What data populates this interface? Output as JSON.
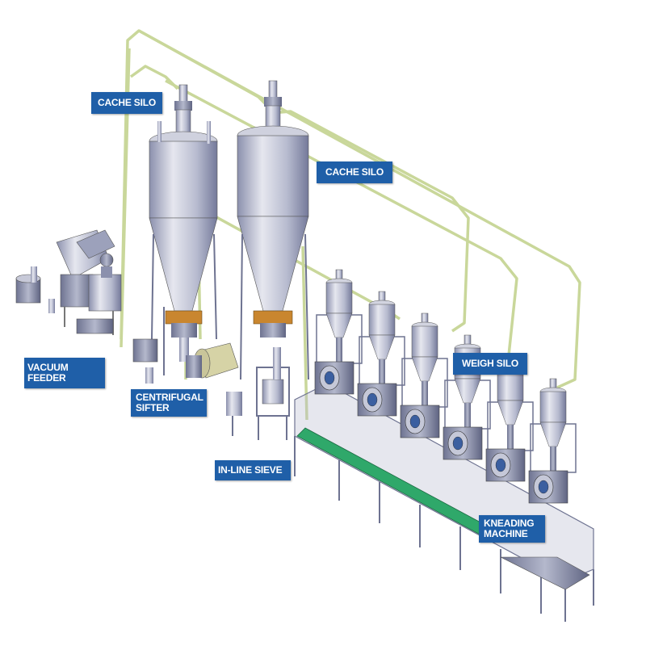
{
  "labels": {
    "cache_silo_left": "CACHE SILO",
    "cache_silo_right": "CACHE SILO",
    "vacuum_feeder": "VACUUM FEEDER",
    "centrifugal_sifter": "CENTRIFUGAL\nSIFTER",
    "in_line_sieve": "IN-LINE SIEVE",
    "weigh_silo": "WEIGH SILO",
    "kneading_machine": "KNEADING\nMACHINE"
  },
  "colors": {
    "label_background": "#1f5fa8",
    "label_text": "#ffffff",
    "pipe": "#c9d79a",
    "metal_light": "#dcdde6",
    "metal_mid": "#a9aec4",
    "metal_dark": "#6e7391",
    "conveyor_green": "#2fa86a",
    "ring_orange": "#c9862f"
  },
  "icons": {
    "silo": "silo-icon",
    "sifter": "sifter-icon",
    "kneader": "kneader-icon"
  }
}
